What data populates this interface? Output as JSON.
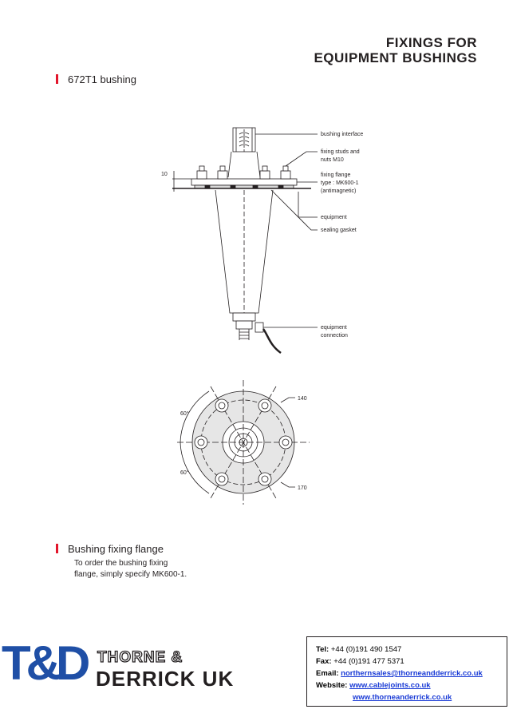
{
  "header": {
    "title_line1": "FIXINGS FOR",
    "title_line2": "EQUIPMENT BUSHINGS"
  },
  "sections": [
    {
      "label": "672T1 bushing"
    },
    {
      "label": "Bushing fixing flange"
    }
  ],
  "note": {
    "line1": "To order the bushing fixing",
    "line2": "flange, simply specify MK600-1."
  },
  "diagram": {
    "callouts": {
      "bushing_interface": "bushing interface",
      "fixing_studs_1": "fixing studs and",
      "fixing_studs_2": "nuts M10",
      "fixing_flange_1": "fixing flange",
      "fixing_flange_2": "type : MK600-1",
      "fixing_flange_3": "(antimagnetic)",
      "equipment": "equipment",
      "sealing_gasket": "sealing gasket",
      "equipment_connection_1": "equipment",
      "equipment_connection_2": "connection"
    },
    "dimensions": {
      "thickness": "10",
      "inner_diameter": "140",
      "outer_diameter": "170",
      "angle_top": "60°",
      "angle_bottom": "60°"
    }
  },
  "company": {
    "logo_mark": "T&D",
    "name_line1": "THORNE &",
    "name_line2": "DERRICK UK"
  },
  "contact": {
    "tel_label": "Tel:",
    "tel_value": "+44  (0)191 490 1547",
    "fax_label": "Fax:",
    "fax_value": "+44 (0)191 477 5371",
    "email_label": "Email:",
    "email_value": "northernsales@thorneandderrick.co.uk",
    "website_label": "Website:",
    "website_value_1": "www.cablejoints.co.uk",
    "website_value_2": "www.thorneanderrick.co.uk"
  },
  "colors": {
    "accent_red": "#e2162b",
    "logo_blue": "#1f4fa6",
    "link_blue": "#1a3bd6"
  }
}
